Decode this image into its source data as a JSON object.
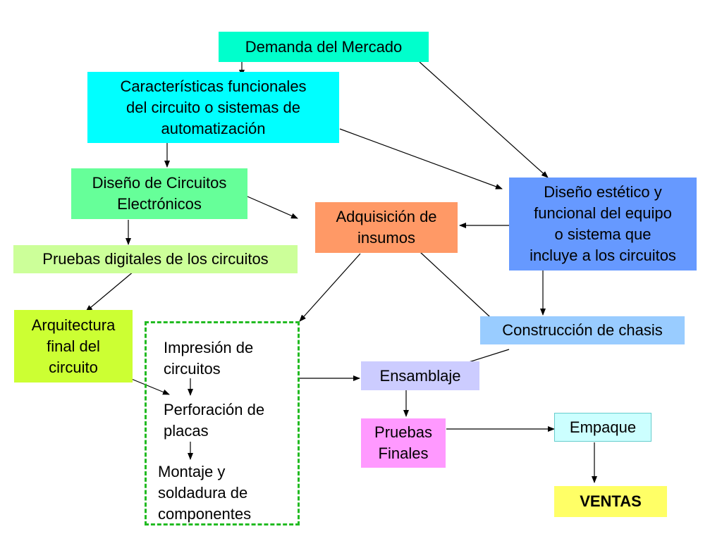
{
  "nodes": {
    "demanda": {
      "text": "Demanda del Mercado",
      "color": "#00ffcc"
    },
    "caracteristicas": {
      "text": "Características funcionales\ndel circuito o sistemas de\nautomatización",
      "color": "#00ffff"
    },
    "diseno_circuitos": {
      "text": "Diseño de Circuitos\nElectrónicos",
      "color": "#66ff99"
    },
    "pruebas_digitales": {
      "text": "Pruebas digitales de los circuitos",
      "color": "#ccff99"
    },
    "arquitectura": {
      "text": "Arquitectura\nfinal del\ncircuito",
      "color": "#ccff33"
    },
    "adquisicion": {
      "text": "Adquisición de\ninsumos",
      "color": "#ff9966"
    },
    "diseno_estetico": {
      "text": "Diseño estético y\nfuncional del equipo\no sistema que\nincluye a los circuitos",
      "color": "#6699ff"
    },
    "chasis": {
      "text": "Construcción de chasis",
      "color": "#99ccff"
    },
    "ensamblaje": {
      "text": "Ensamblaje",
      "color": "#ccccff"
    },
    "pruebas_finales": {
      "text": "Pruebas\nFinales",
      "color": "#ff99ff"
    },
    "empaque": {
      "text": "Empaque",
      "color": "#ccffff"
    },
    "ventas": {
      "text": "VENTAS",
      "color": "#ffff66"
    }
  },
  "process_steps": {
    "impresion": "Impresión de\ncircuitos",
    "perforacion": "Perforación de\nplacas",
    "montaje": "Montaje y\nsoldadura de\ncomponentes"
  },
  "colors": {
    "dashed_border": "#22bb22",
    "arrow": "#000000"
  }
}
